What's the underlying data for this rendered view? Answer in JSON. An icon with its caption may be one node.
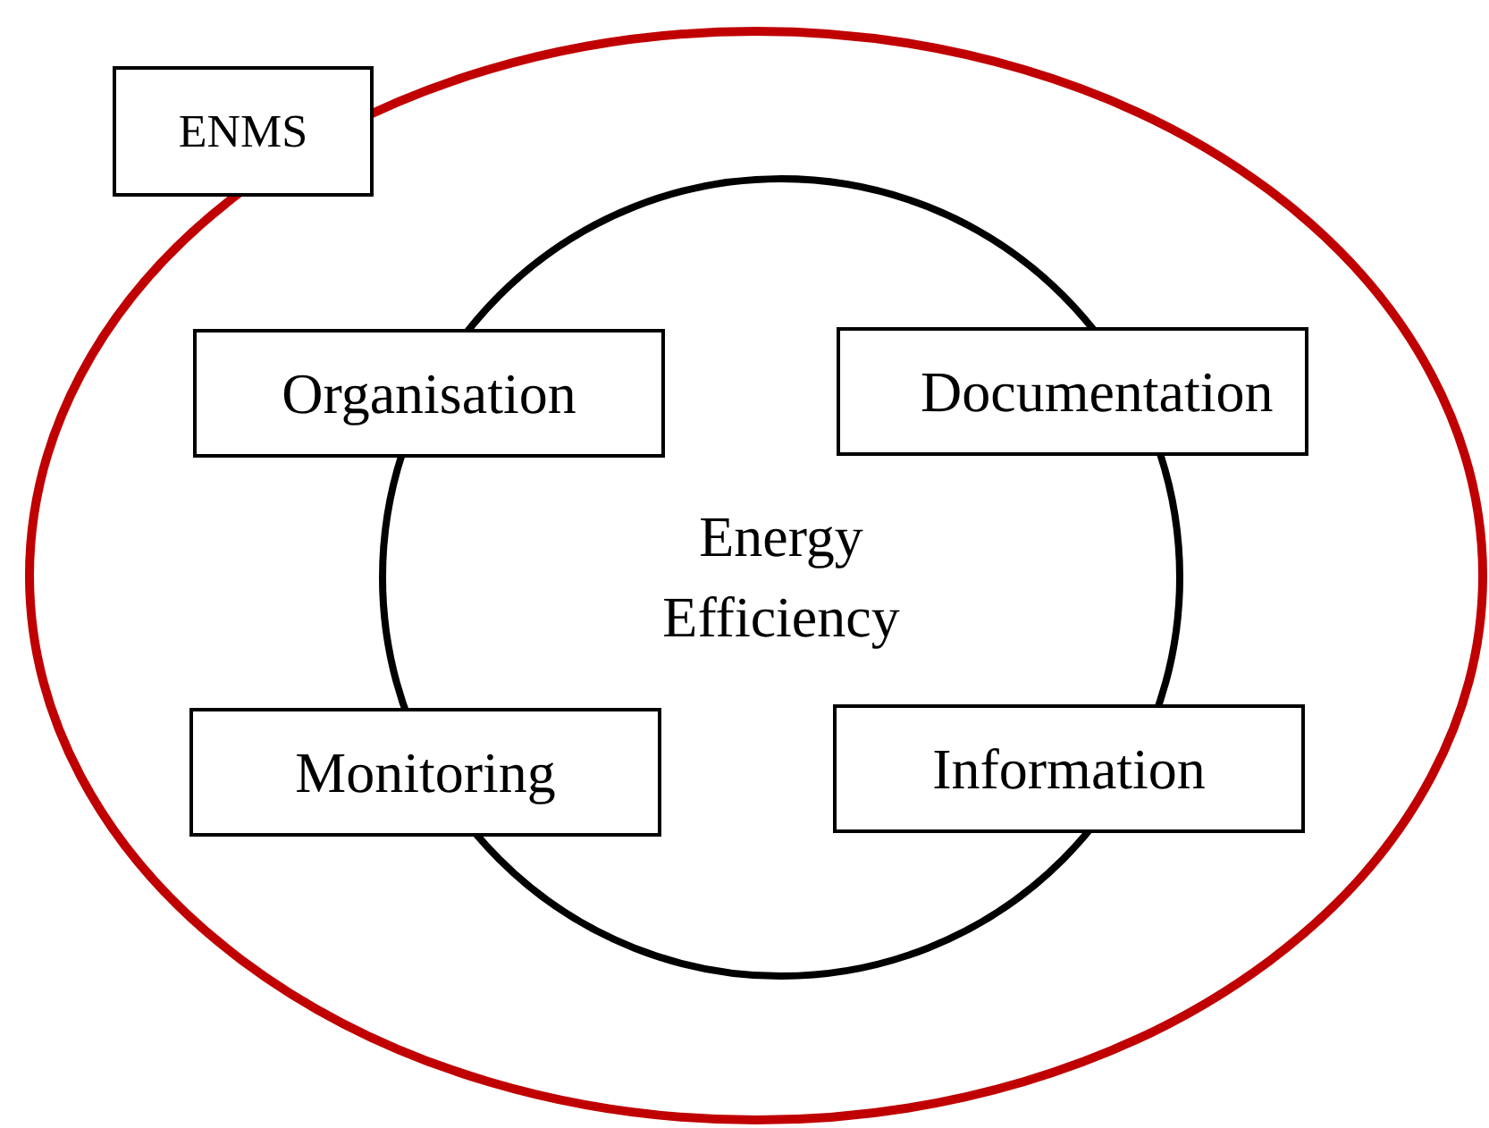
{
  "diagram": {
    "nodes": [
      {
        "text": [
          "ENMS"
        ]
      },
      {
        "text": [],
        "shape": "ellipse"
      },
      {
        "text": [
          "Organisation"
        ],
        "in": 1
      },
      {
        "text": [
          "Documentation"
        ],
        "in": 1
      },
      {
        "text": [
          "Energy Efficiency"
        ],
        "in": 1
      },
      {
        "text": [
          "Monitoring"
        ],
        "in": 1
      },
      {
        "text": [
          "Information"
        ],
        "in": 1
      }
    ]
  }
}
